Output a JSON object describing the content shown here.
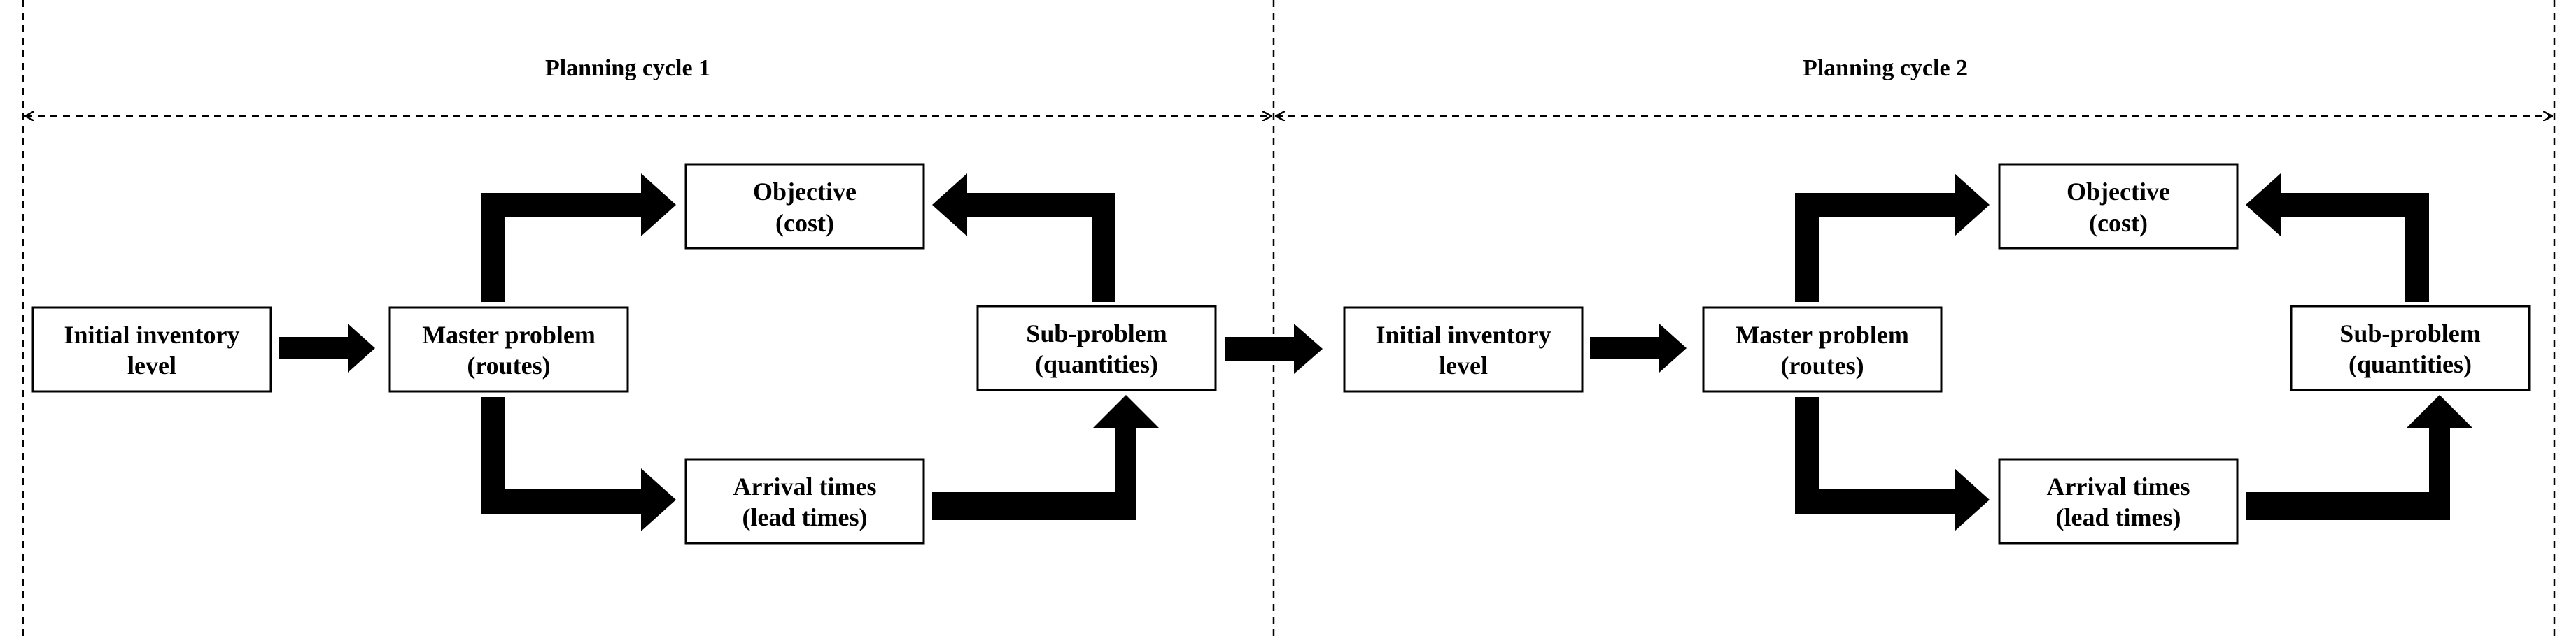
{
  "cycles": [
    {
      "title": "Planning cycle 1",
      "boxes": {
        "initial_line1": "Initial inventory",
        "initial_line2": "level",
        "master_line1": "Master problem",
        "master_line2": "(routes)",
        "objective_line1": "Objective",
        "objective_line2": "(cost)",
        "arrival_line1": "Arrival times",
        "arrival_line2": "(lead times)",
        "sub_line1": "Sub-problem",
        "sub_line2": "(quantities)"
      }
    },
    {
      "title": "Planning cycle 2",
      "boxes": {
        "initial_line1": "Initial inventory",
        "initial_line2": "level",
        "master_line1": "Master problem",
        "master_line2": "(routes)",
        "objective_line1": "Objective",
        "objective_line2": "(cost)",
        "arrival_line1": "Arrival times",
        "arrival_line2": "(lead times)",
        "sub_line1": "Sub-problem",
        "sub_line2": "(quantities)"
      }
    }
  ]
}
